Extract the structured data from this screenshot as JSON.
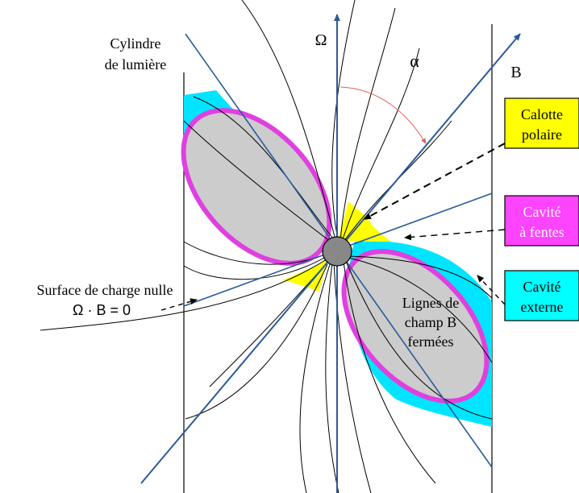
{
  "labels": {
    "light_cylinder_line1": "Cylindre",
    "light_cylinder_line2": "de lumière",
    "omega": "Ω",
    "alpha": "α",
    "b_axis": "B",
    "null_surface": "Surface de charge nulle",
    "null_equation": "Ω · B = 0",
    "closed_lines_1": "Lignes de",
    "closed_lines_2": "champ B",
    "closed_lines_3": "fermées"
  },
  "legend": {
    "polar_cap": {
      "line1": "Calotte",
      "line2": "polaire",
      "fill": "#ffff00",
      "text_color": "#000000"
    },
    "slot_gap": {
      "line1": "Cavité",
      "line2": "à fentes",
      "fill": "#ff44ff",
      "text_color": "#ffffff"
    },
    "outer_gap": {
      "line1": "Cavité",
      "line2": "externe",
      "fill": "#00ffff",
      "text_color": "#000000"
    }
  },
  "colors": {
    "axis_blue": "#2a5a9a",
    "closed_region": "#cccccc",
    "cavity_magenta": "#e040e0",
    "outer_cyan": "#00e5ff",
    "polar_yellow": "#ffff00",
    "star": "#888888",
    "field_lines": "#000000",
    "angle_arc": "#e06060"
  }
}
